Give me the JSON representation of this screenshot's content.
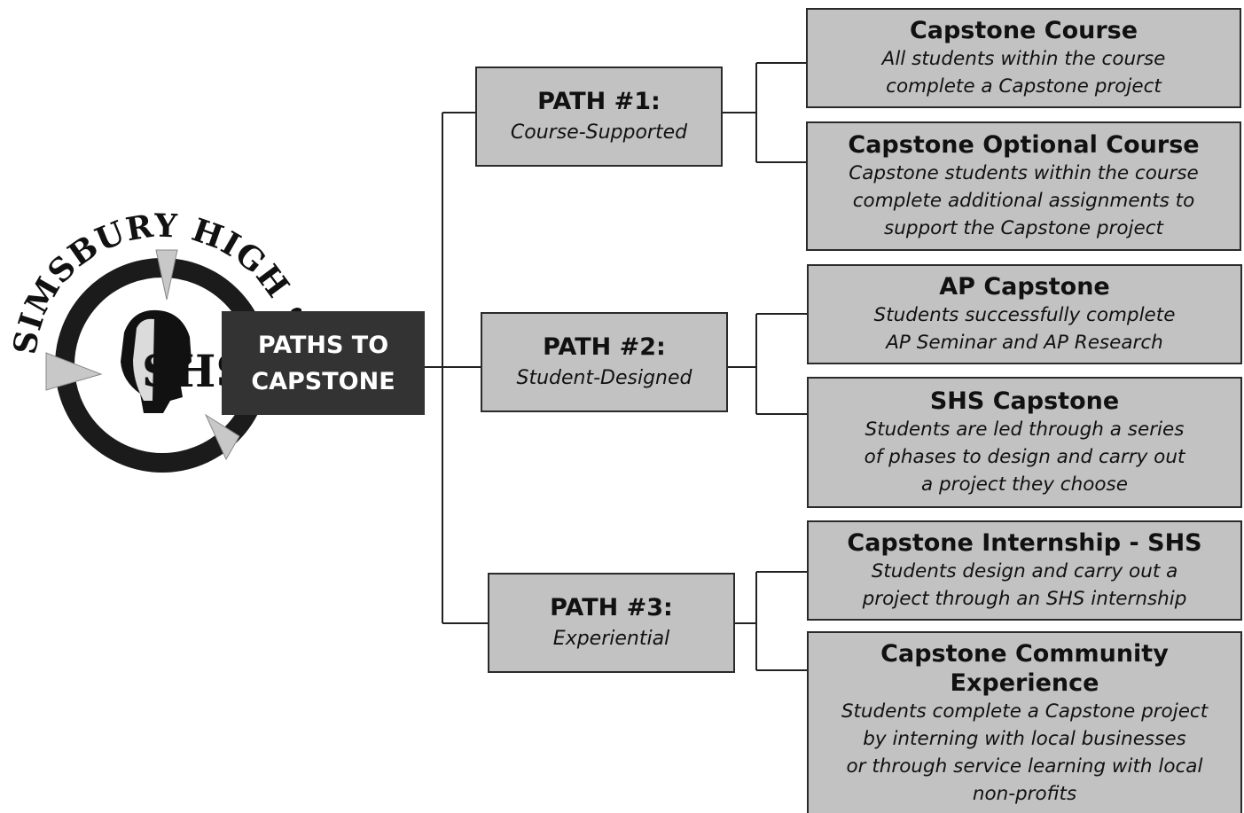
{
  "logo": {
    "school_name": "SIMSBURY HIGH SCHOOL",
    "monogram": "SHS",
    "icon": "spartan-helmet-icon"
  },
  "root": {
    "line1": "PATHS TO",
    "line2": "CAPSTONE"
  },
  "paths": [
    {
      "title": "PATH #1:",
      "subtitle": "Course-Supported",
      "options": [
        {
          "title": "Capstone Course",
          "lines": [
            "All students within the course",
            "complete a Capstone project"
          ]
        },
        {
          "title": "Capstone Optional Course",
          "lines": [
            "Capstone students within the course",
            "complete additional assignments to",
            "support the Capstone project"
          ]
        }
      ]
    },
    {
      "title": "PATH #2:",
      "subtitle": "Student-Designed",
      "options": [
        {
          "title": "AP Capstone",
          "lines": [
            "Students successfully complete",
            "AP Seminar and AP Research"
          ]
        },
        {
          "title": "SHS Capstone",
          "lines": [
            "Students are led through a series",
            "of phases to design and carry out",
            "a project they choose"
          ]
        }
      ]
    },
    {
      "title": "PATH #3:",
      "subtitle": "Experiential",
      "options": [
        {
          "title": "Capstone Internship - SHS",
          "lines": [
            "Students design and carry out a",
            "project through an SHS internship"
          ]
        },
        {
          "title_lines": [
            "Capstone Community",
            "Experience"
          ],
          "lines": [
            "Students complete a Capstone project",
            "by interning with local businesses",
            "or through service learning with local",
            "non-profits"
          ]
        }
      ]
    }
  ]
}
